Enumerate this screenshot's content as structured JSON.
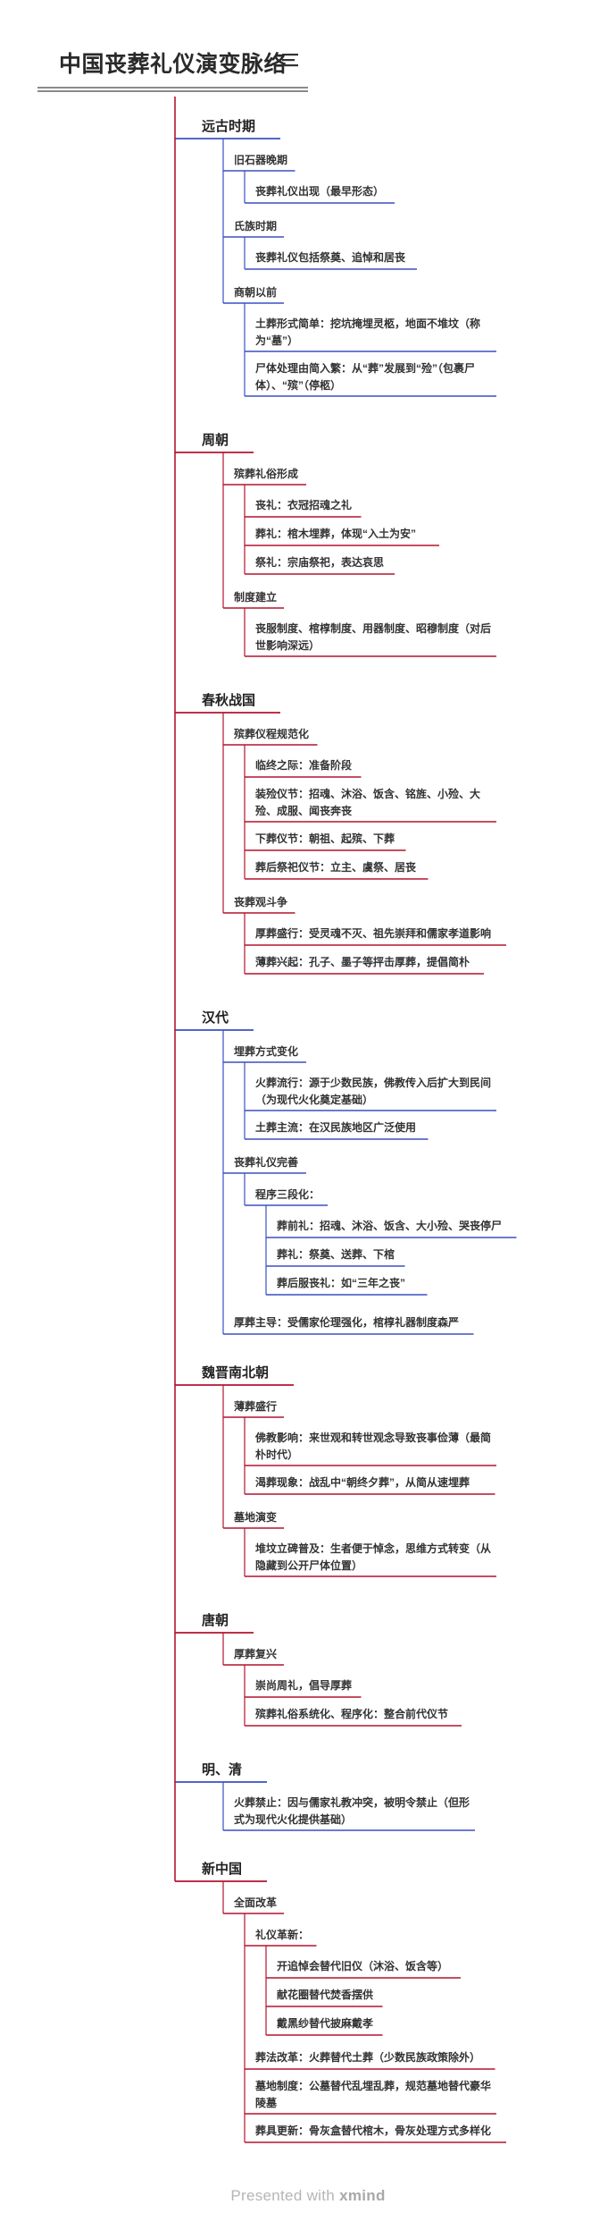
{
  "title": "中国丧葬礼仪演变脉络",
  "footer": {
    "presented": "Presented with",
    "brand": "xmind"
  },
  "colors": {
    "blue": "#3b4fc4",
    "red": "#b3142f",
    "title_rule": "#444444",
    "footer": "#b5b5b5"
  },
  "icons": {
    "title_menu": "menu-lines-icon"
  },
  "eras": [
    {
      "label": "远古时期",
      "color": "blue",
      "children": [
        {
          "label": "旧石器晚期",
          "children": [
            "丧葬礼仪出现（最早形态）"
          ]
        },
        {
          "label": "氏族时期",
          "children": [
            "丧葬礼仪包括祭奠、追悼和居丧"
          ]
        },
        {
          "label": "商朝以前",
          "children": [
            "土葬形式简单：挖坑掩埋灵柩，地面不堆坟（称为“墓”）",
            "尸体处理由简入繁：从“葬”发展到“殓”（包裹尸体）、“殡”（停柩）"
          ]
        }
      ]
    },
    {
      "label": "周朝",
      "color": "red",
      "children": [
        {
          "label": "殡葬礼俗形成",
          "children": [
            "丧礼：衣冠招魂之礼",
            "葬礼：棺木埋葬，体现“入土为安”",
            "祭礼：宗庙祭祀，表达哀思"
          ]
        },
        {
          "label": "制度建立",
          "children": [
            "丧服制度、棺椁制度、用器制度、昭穆制度（对后世影响深远）"
          ]
        }
      ]
    },
    {
      "label": "春秋战国",
      "color": "red",
      "children": [
        {
          "label": "殡葬仪程规范化",
          "children": [
            "临终之际：准备阶段",
            "装殓仪节：招魂、沐浴、饭含、铭旌、小殓、大殓、成服、闻丧奔丧",
            "下葬仪节：朝祖、起殡、下葬",
            "葬后祭祀仪节：立主、虞祭、居丧"
          ]
        },
        {
          "label": "丧葬观斗争",
          "children": [
            "厚葬盛行：受灵魂不灭、祖先崇拜和儒家孝道影响",
            "薄葬兴起：孔子、墨子等抨击厚葬，提倡简朴"
          ]
        }
      ]
    },
    {
      "label": "汉代",
      "color": "blue",
      "children": [
        {
          "label": "埋葬方式变化",
          "children": [
            "火葬流行：源于少数民族，佛教传入后扩大到民间（为现代火化奠定基础）",
            "土葬主流：在汉民族地区广泛使用"
          ]
        },
        {
          "label": "丧葬礼仪完善",
          "children": [
            {
              "label": "程序三段化：",
              "children": [
                "葬前礼：招魂、沐浴、饭含、大小殓、哭丧停尸",
                "葬礼：祭奠、送葬、下棺",
                "葬后服丧礼：如“三年之丧”"
              ]
            }
          ]
        },
        {
          "label": "厚葬主导：受儒家伦理强化，棺椁礼器制度森严",
          "children": []
        }
      ]
    },
    {
      "label": "魏晋南北朝",
      "color": "red",
      "children": [
        {
          "label": "薄葬盛行",
          "children": [
            "佛教影响：来世观和转世观念导致丧事俭薄（最简朴时代）",
            "渴葬现象：战乱中“朝终夕葬”，从简从速埋葬"
          ]
        },
        {
          "label": "墓地演变",
          "children": [
            "堆坟立碑普及：生者便于悼念，思维方式转变（从隐藏到公开尸体位置）"
          ]
        }
      ]
    },
    {
      "label": "唐朝",
      "color": "red",
      "children": [
        {
          "label": "厚葬复兴",
          "children": [
            "崇尚周礼，倡导厚葬",
            "殡葬礼俗系统化、程序化：整合前代仪节"
          ]
        }
      ]
    },
    {
      "label": "明、清",
      "color": "blue",
      "children": [
        {
          "label": "火葬禁止：因与儒家礼教冲突，被明令禁止（但形式为现代火化提供基础）",
          "children": []
        }
      ]
    },
    {
      "label": "新中国",
      "color": "red",
      "children": [
        {
          "label": "全面改革",
          "children": [
            {
              "label": "礼仪革新：",
              "children": [
                "开追悼会替代旧仪（沐浴、饭含等）",
                "献花圈替代焚香摆供",
                "戴黑纱替代披麻戴孝"
              ]
            },
            "葬法改革：火葬替代土葬（少数民族政策除外）",
            "墓地制度：公墓替代乱埋乱葬，规范墓地替代豪华陵墓",
            "葬具更新：骨灰盒替代棺木，骨灰处理方式多样化"
          ]
        }
      ]
    }
  ]
}
